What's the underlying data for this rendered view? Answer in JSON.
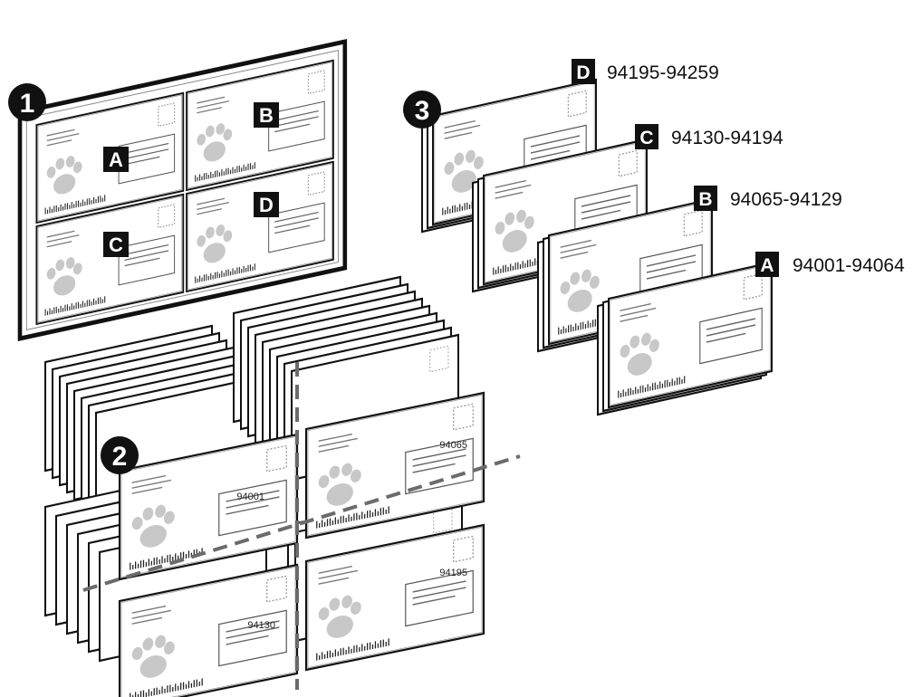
{
  "steps": {
    "step1": "1",
    "step2": "2",
    "step3": "3"
  },
  "sheet_labels": [
    "A",
    "B",
    "C",
    "D"
  ],
  "cut_zips": [
    "94001",
    "94065",
    "94130",
    "94195"
  ],
  "stacks": [
    {
      "letter": "D",
      "range": "94195-94259"
    },
    {
      "letter": "C",
      "range": "94130-94194"
    },
    {
      "letter": "B",
      "range": "94065-94129"
    },
    {
      "letter": "A",
      "range": "94001-94064"
    }
  ],
  "colors": {
    "ink": "#111111",
    "paw": "#c8c8c8",
    "cut_line": "#6b6b6b"
  }
}
